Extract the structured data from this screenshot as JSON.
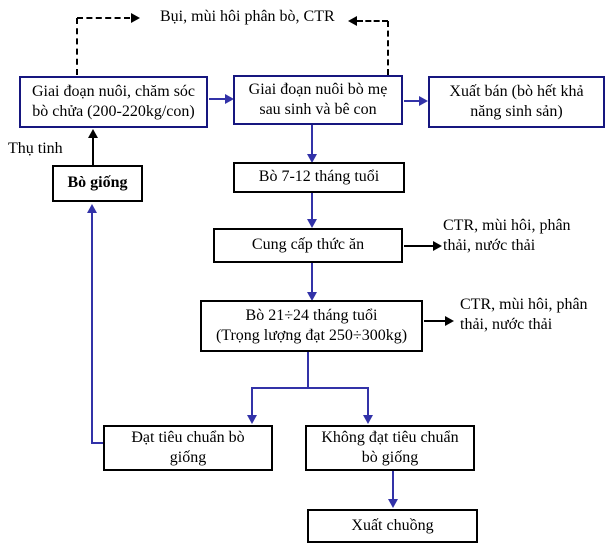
{
  "diagram": {
    "title_note": "Cattle breeding process flowchart",
    "emissions": {
      "top": "Bụi, mùi hôi phân bò, CTR",
      "feed_stage": [
        "CTR, mùi hôi, phân",
        "thải, nước thải"
      ],
      "adult_stage": [
        "CTR, mùi hôi, phân",
        "thải, nước thải"
      ]
    },
    "labels": {
      "insemination": "Thụ tinh"
    },
    "boxes": {
      "pregnant": [
        "Giai đoạn nuôi, chăm sóc",
        "bò chửa (200-220kg/con)"
      ],
      "mother": [
        "Giai đoạn nuôi bò mẹ",
        "sau sinh và bê con"
      ],
      "sell": [
        "Xuất bán (bò hết khả",
        "năng sinh sản)"
      ],
      "breeding": "Bò giống",
      "calf": "Bò 7-12 tháng tuổi",
      "feed": "Cung cấp thức ăn",
      "adult": [
        "Bò 21÷24 tháng tuổi",
        "(Trọng lượng đạt 250÷300kg)"
      ],
      "qualified": [
        "Đạt tiêu chuẩn bò",
        "giống"
      ],
      "unqualified": [
        "Không đạt tiêu chuẩn",
        "bò giống"
      ],
      "slaughter": "Xuất chuồng"
    },
    "colors": {
      "navy_border": "#16167f",
      "black": "#000000",
      "arrow_blue": "#3232a8",
      "background": "#ffffff"
    }
  }
}
